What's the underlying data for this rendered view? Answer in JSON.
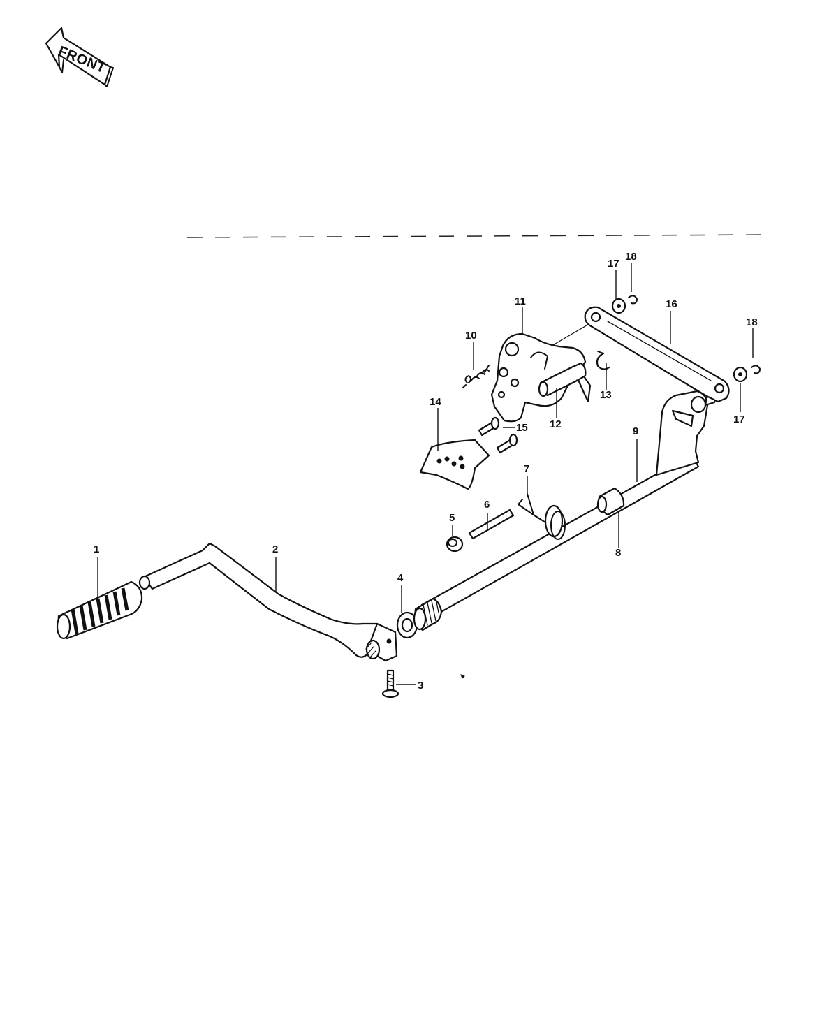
{
  "front_indicator": {
    "label": "FRONT"
  },
  "callouts": {
    "c1": "1",
    "c2": "2",
    "c3": "3",
    "c4": "4",
    "c5": "5",
    "c6": "6",
    "c7": "7",
    "c8": "8",
    "c9": "9",
    "c10": "10",
    "c11": "11",
    "c12": "12",
    "c13": "13",
    "c14": "14",
    "c15": "15",
    "c16": "16",
    "c17a": "17",
    "c17b": "17",
    "c18a": "18",
    "c18b": "18"
  }
}
